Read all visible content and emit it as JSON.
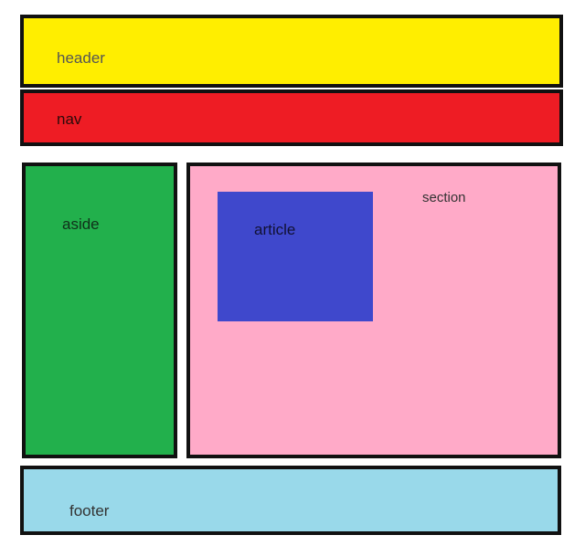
{
  "header": {
    "label": "header",
    "color": "#FFEE00"
  },
  "nav": {
    "label": "nav",
    "color": "#EE1C24"
  },
  "aside": {
    "label": "aside",
    "color": "#22B04C"
  },
  "section": {
    "label": "section",
    "color": "#FFAAC8"
  },
  "article": {
    "label": "article",
    "color": "#3F48CC"
  },
  "footer": {
    "label": "footer",
    "color": "#99D9EA"
  }
}
